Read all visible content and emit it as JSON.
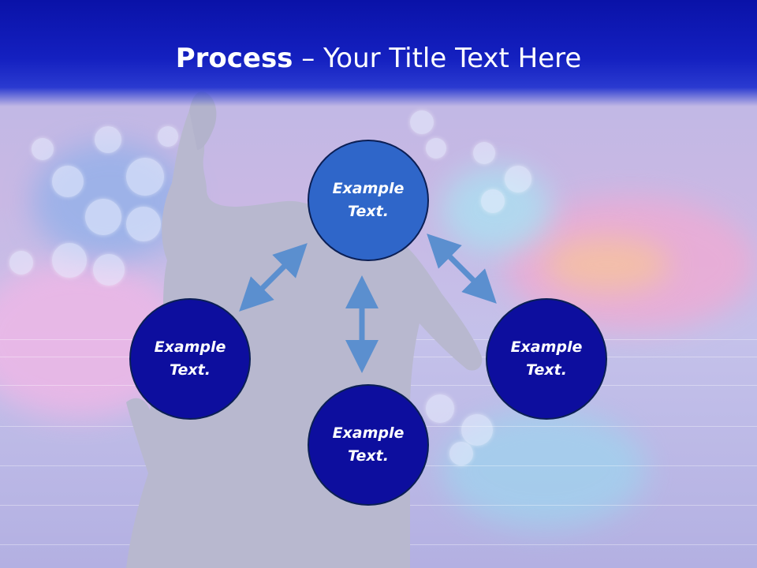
{
  "slide": {
    "title": {
      "bold": "Process",
      "rest": " – Your Title Text Here"
    },
    "nodes": [
      {
        "id": "top",
        "line1": "Example",
        "line2": "Text.",
        "color": "#2f66c9"
      },
      {
        "id": "left",
        "line1": "Example",
        "line2": "Text.",
        "color": "#0d0e9e"
      },
      {
        "id": "right",
        "line1": "Example",
        "line2": "Text.",
        "color": "#0d0e9e"
      },
      {
        "id": "bottom",
        "line1": "Example",
        "line2": "Text.",
        "color": "#0d0e9e"
      }
    ],
    "colors": {
      "header": "#1420c0",
      "arrow": "#5b8fcf"
    }
  }
}
